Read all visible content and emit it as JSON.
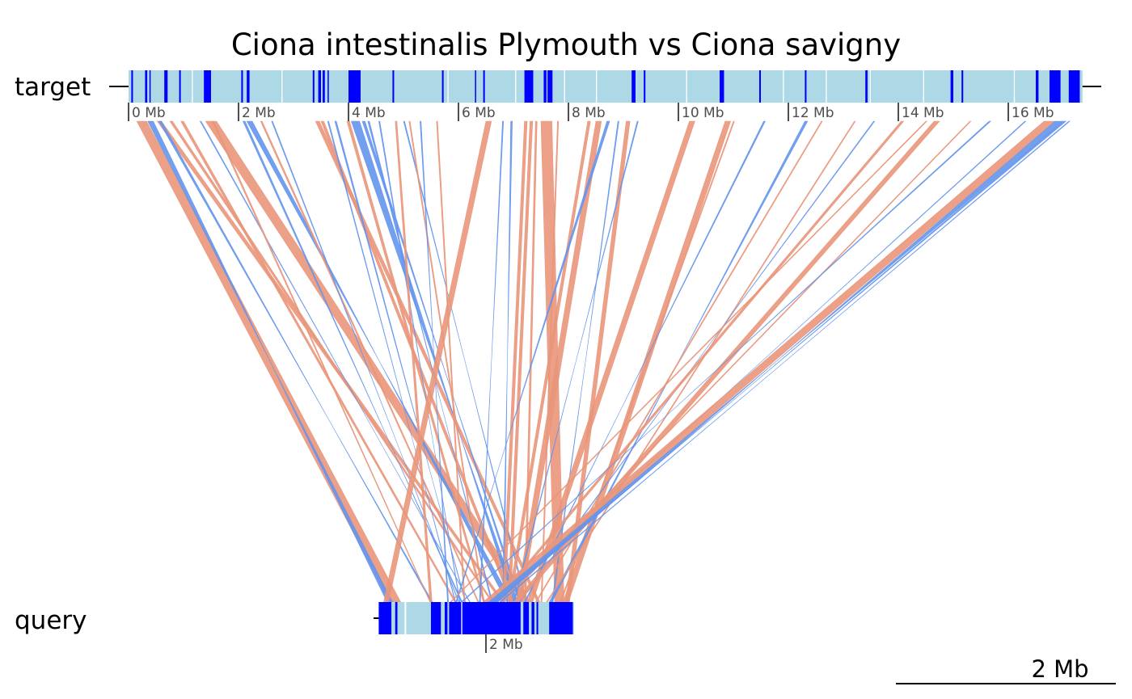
{
  "chart_data": {
    "type": "synteny",
    "title": "Ciona intestinalis Plymouth vs Ciona savigny",
    "colors": {
      "contig": "#add8e6",
      "gap_block": "#0000ff",
      "forward_link": "#e9967a",
      "reverse_link": "#6495ed",
      "axis": "#4d4d4d"
    },
    "sequences": [
      {
        "name": "target",
        "label": "target",
        "range_mb": [
          0,
          17.4
        ],
        "contig_span_mb": [
          0,
          17.35
        ],
        "ticks": [
          {
            "value": 0,
            "label": "0 Mb"
          },
          {
            "value": 2,
            "label": "2 Mb"
          },
          {
            "value": 4,
            "label": "4 Mb"
          },
          {
            "value": 6,
            "label": "6 Mb"
          },
          {
            "value": 8,
            "label": "8 Mb"
          },
          {
            "value": 10,
            "label": "10 Mb"
          },
          {
            "value": 12,
            "label": "12 Mb"
          },
          {
            "value": 14,
            "label": "14 Mb"
          },
          {
            "value": 16,
            "label": "16 Mb"
          }
        ],
        "blue_blocks_mb": [
          [
            0.05,
            0.08
          ],
          [
            0.3,
            0.34
          ],
          [
            0.38,
            0.4
          ],
          [
            0.65,
            0.71
          ],
          [
            0.92,
            0.95
          ],
          [
            1.37,
            1.5
          ],
          [
            2.05,
            2.08
          ],
          [
            2.15,
            2.2
          ],
          [
            3.35,
            3.38
          ],
          [
            3.45,
            3.5
          ],
          [
            3.53,
            3.57
          ],
          [
            3.62,
            3.64
          ],
          [
            4.0,
            4.22
          ],
          [
            4.8,
            4.83
          ],
          [
            5.7,
            5.73
          ],
          [
            6.3,
            6.32
          ],
          [
            6.45,
            6.48
          ],
          [
            7.2,
            7.36
          ],
          [
            7.55,
            7.6
          ],
          [
            7.62,
            7.71
          ],
          [
            9.15,
            9.22
          ],
          [
            9.37,
            9.4
          ],
          [
            10.75,
            10.83
          ],
          [
            11.47,
            11.5
          ],
          [
            12.3,
            12.33
          ],
          [
            13.4,
            13.44
          ],
          [
            14.95,
            15.0
          ],
          [
            15.15,
            15.18
          ],
          [
            16.5,
            16.55
          ],
          [
            16.75,
            16.95
          ],
          [
            17.1,
            17.3
          ]
        ],
        "white_gaps_mb": [
          [
            1.15,
            1.17
          ],
          [
            2.78,
            2.8
          ],
          [
            5.8,
            5.82
          ],
          [
            7.03,
            7.05
          ],
          [
            7.92,
            7.94
          ],
          [
            8.5,
            8.52
          ],
          [
            10.14,
            10.16
          ],
          [
            11.9,
            11.92
          ],
          [
            12.68,
            12.7
          ],
          [
            13.48,
            13.5
          ],
          [
            14.45,
            14.47
          ],
          [
            16.1,
            16.12
          ]
        ]
      },
      {
        "name": "query",
        "label": "query",
        "range_mb": [
          0.05,
          3.7
        ],
        "contig_span_mb": [
          0.05,
          3.6
        ],
        "ticks": [
          {
            "value": 2,
            "label": "2 Mb"
          }
        ],
        "blue_blocks_mb": [
          [
            0.05,
            0.28
          ],
          [
            0.35,
            0.39
          ],
          [
            1.0,
            1.18
          ],
          [
            1.25,
            1.3
          ],
          [
            1.33,
            1.55
          ],
          [
            1.57,
            2.63
          ],
          [
            2.68,
            2.78
          ],
          [
            2.83,
            2.88
          ],
          [
            2.92,
            2.95
          ],
          [
            3.15,
            3.58
          ]
        ],
        "white_gaps_mb": [
          [
            0.52,
            0.55
          ],
          [
            1.55,
            1.57
          ],
          [
            2.1,
            2.12
          ]
        ]
      }
    ],
    "links": [
      {
        "t": [
          0.15,
          0.33
        ],
        "q": [
          0.25,
          0.45
        ],
        "dir": "forward"
      },
      {
        "t": [
          0.35,
          0.45
        ],
        "q": [
          0.2,
          0.3
        ],
        "dir": "reverse"
      },
      {
        "t": [
          0.52,
          0.6
        ],
        "q": [
          2.28,
          2.33
        ],
        "dir": "forward"
      },
      {
        "t": [
          0.55,
          0.6
        ],
        "q": [
          1.0,
          1.03
        ],
        "dir": "reverse"
      },
      {
        "t": [
          0.75,
          0.8
        ],
        "q": [
          2.1,
          2.13
        ],
        "dir": "forward"
      },
      {
        "t": [
          0.95,
          1.0
        ],
        "q": [
          1.43,
          1.46
        ],
        "dir": "forward"
      },
      {
        "t": [
          1.3,
          1.32
        ],
        "q": [
          1.7,
          1.71
        ],
        "dir": "reverse"
      },
      {
        "t": [
          1.4,
          1.6
        ],
        "q": [
          2.65,
          2.8
        ],
        "dir": "forward"
      },
      {
        "t": [
          1.52,
          1.55
        ],
        "q": [
          0.98,
          0.99
        ],
        "dir": "forward"
      },
      {
        "t": [
          2.08,
          2.12
        ],
        "q": [
          1.55,
          1.57
        ],
        "dir": "reverse"
      },
      {
        "t": [
          2.15,
          2.25
        ],
        "q": [
          2.38,
          2.48
        ],
        "dir": "reverse"
      },
      {
        "t": [
          2.4,
          2.43
        ],
        "q": [
          1.85,
          1.87
        ],
        "dir": "forward"
      },
      {
        "t": [
          2.6,
          2.62
        ],
        "q": [
          1.5,
          1.51
        ],
        "dir": "reverse"
      },
      {
        "t": [
          3.4,
          3.47
        ],
        "q": [
          2.93,
          2.98
        ],
        "dir": "forward"
      },
      {
        "t": [
          3.5,
          3.55
        ],
        "q": [
          2.45,
          2.5
        ],
        "dir": "forward"
      },
      {
        "t": [
          3.62,
          3.64
        ],
        "q": [
          1.44,
          1.45
        ],
        "dir": "reverse"
      },
      {
        "t": [
          3.75,
          3.78
        ],
        "q": [
          1.62,
          1.63
        ],
        "dir": "reverse"
      },
      {
        "t": [
          3.97,
          4.02
        ],
        "q": [
          1.95,
          1.98
        ],
        "dir": "forward"
      },
      {
        "t": [
          4.05,
          4.2
        ],
        "q": [
          2.5,
          2.58
        ],
        "dir": "reverse"
      },
      {
        "t": [
          4.25,
          4.3
        ],
        "q": [
          2.6,
          2.64
        ],
        "dir": "reverse"
      },
      {
        "t": [
          4.35,
          4.38
        ],
        "q": [
          2.1,
          2.12
        ],
        "dir": "reverse"
      },
      {
        "t": [
          4.55,
          4.57
        ],
        "q": [
          1.52,
          1.53
        ],
        "dir": "reverse"
      },
      {
        "t": [
          4.85,
          4.88
        ],
        "q": [
          0.98,
          1.02
        ],
        "dir": "forward"
      },
      {
        "t": [
          5.0,
          5.02
        ],
        "q": [
          2.72,
          2.74
        ],
        "dir": "reverse"
      },
      {
        "t": [
          5.1,
          5.12
        ],
        "q": [
          1.95,
          1.97
        ],
        "dir": "forward"
      },
      {
        "t": [
          5.3,
          5.32
        ],
        "q": [
          1.3,
          1.32
        ],
        "dir": "reverse"
      },
      {
        "t": [
          5.6,
          5.62
        ],
        "q": [
          1.6,
          1.62
        ],
        "dir": "forward"
      },
      {
        "t": [
          6.5,
          6.6
        ],
        "q": [
          0.14,
          0.23
        ],
        "dir": "forward"
      },
      {
        "t": [
          6.8,
          6.82
        ],
        "q": [
          1.88,
          1.9
        ],
        "dir": "reverse"
      },
      {
        "t": [
          6.95,
          6.98
        ],
        "q": [
          2.3,
          2.33
        ],
        "dir": "reverse"
      },
      {
        "t": [
          7.2,
          7.25
        ],
        "q": [
          2.3,
          2.35
        ],
        "dir": "forward"
      },
      {
        "t": [
          7.3,
          7.35
        ],
        "q": [
          2.4,
          2.45
        ],
        "dir": "forward"
      },
      {
        "t": [
          7.4,
          7.43
        ],
        "q": [
          2.7,
          2.73
        ],
        "dir": "forward"
      },
      {
        "t": [
          7.5,
          7.7
        ],
        "q": [
          3.25,
          3.42
        ],
        "dir": "forward"
      },
      {
        "t": [
          7.8,
          7.82
        ],
        "q": [
          3.0,
          3.02
        ],
        "dir": "forward"
      },
      {
        "t": [
          8.35,
          8.4
        ],
        "q": [
          2.4,
          2.45
        ],
        "dir": "forward"
      },
      {
        "t": [
          8.5,
          8.6
        ],
        "q": [
          2.55,
          2.65
        ],
        "dir": "forward"
      },
      {
        "t": [
          8.7,
          8.75
        ],
        "q": [
          1.45,
          1.47
        ],
        "dir": "reverse"
      },
      {
        "t": [
          8.9,
          8.92
        ],
        "q": [
          3.2,
          3.22
        ],
        "dir": "reverse"
      },
      {
        "t": [
          9.05,
          9.12
        ],
        "q": [
          3.45,
          3.52
        ],
        "dir": "forward"
      },
      {
        "t": [
          9.25,
          9.27
        ],
        "q": [
          2.5,
          2.52
        ],
        "dir": "reverse"
      },
      {
        "t": [
          10.2,
          10.3
        ],
        "q": [
          2.75,
          2.85
        ],
        "dir": "forward"
      },
      {
        "t": [
          10.85,
          10.95
        ],
        "q": [
          3.4,
          3.5
        ],
        "dir": "forward"
      },
      {
        "t": [
          11.0,
          11.02
        ],
        "q": [
          3.35,
          3.37
        ],
        "dir": "forward"
      },
      {
        "t": [
          11.55,
          11.58
        ],
        "q": [
          2.7,
          2.72
        ],
        "dir": "reverse"
      },
      {
        "t": [
          12.3,
          12.35
        ],
        "q": [
          3.15,
          3.2
        ],
        "dir": "reverse"
      },
      {
        "t": [
          12.6,
          12.62
        ],
        "q": [
          2.9,
          2.92
        ],
        "dir": "forward"
      },
      {
        "t": [
          13.2,
          13.22
        ],
        "q": [
          3.1,
          3.12
        ],
        "dir": "forward"
      },
      {
        "t": [
          13.55,
          13.57
        ],
        "q": [
          2.6,
          2.62
        ],
        "dir": "reverse"
      },
      {
        "t": [
          14.05,
          14.1
        ],
        "q": [
          2.15,
          2.2
        ],
        "dir": "forward"
      },
      {
        "t": [
          14.5,
          14.52
        ],
        "q": [
          1.35,
          1.37
        ],
        "dir": "forward"
      },
      {
        "t": [
          14.65,
          14.75
        ],
        "q": [
          2.5,
          2.6
        ],
        "dir": "forward"
      },
      {
        "t": [
          15.3,
          15.32
        ],
        "q": [
          2.3,
          2.32
        ],
        "dir": "forward"
      },
      {
        "t": [
          15.65,
          15.68
        ],
        "q": [
          1.55,
          1.57
        ],
        "dir": "reverse"
      },
      {
        "t": [
          16.3,
          16.32
        ],
        "q": [
          2.2,
          2.22
        ],
        "dir": "reverse"
      },
      {
        "t": [
          16.65,
          16.85
        ],
        "q": [
          1.95,
          2.12
        ],
        "dir": "forward"
      },
      {
        "t": [
          16.85,
          17.0
        ],
        "q": [
          2.05,
          2.2
        ],
        "dir": "reverse"
      },
      {
        "t": [
          17.0,
          17.05
        ],
        "q": [
          2.12,
          2.16
        ],
        "dir": "reverse"
      },
      {
        "t": [
          17.1,
          17.12
        ],
        "q": [
          2.25,
          2.27
        ],
        "dir": "reverse"
      }
    ],
    "scale_bar": {
      "length_mb": 2,
      "label": "2 Mb"
    }
  }
}
